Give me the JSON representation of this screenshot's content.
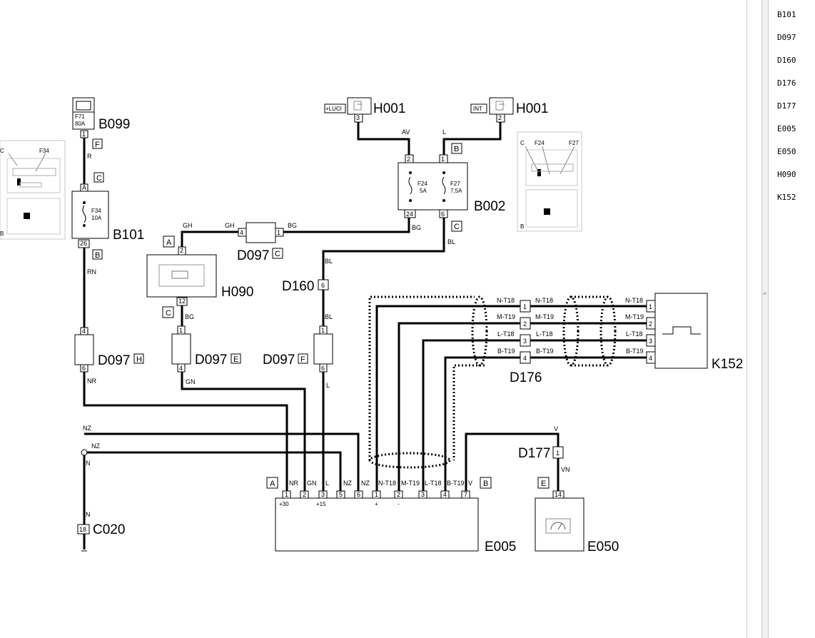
{
  "components": {
    "b099": "B099",
    "b101": "B101",
    "h090": "H090",
    "d097": "D097",
    "d160": "D160",
    "h001": "H001",
    "b002": "B002",
    "d176": "D176",
    "k152": "K152",
    "d177": "D177",
    "c020": "C020",
    "e005": "E005",
    "e050": "E050"
  },
  "fuses": {
    "f71": "F71",
    "f71_rating": "80A",
    "f34": "F34",
    "f34_rating": "10A",
    "f24": "F24",
    "f24_rating": "5A",
    "f27": "F27",
    "f27_rating": "7,5A"
  },
  "wires": {
    "r": "R",
    "rn": "RN",
    "nr": "NR",
    "nz": "NZ",
    "n": "N",
    "gh": "GH",
    "bg": "BG",
    "gn": "GN",
    "bl": "BL",
    "l": "L",
    "av": "AV",
    "v": "V",
    "vn": "VN",
    "nt18": "N-T18",
    "mt19": "M-T19",
    "lt18": "L-T18",
    "bt19": "B-T19"
  },
  "tags": {
    "a": "A",
    "b": "B",
    "c": "C",
    "e": "E",
    "f": "F",
    "h": "H"
  },
  "pins": {
    "p1": "1",
    "p2": "2",
    "p3": "3",
    "p4": "4",
    "p5": "5",
    "p6": "6",
    "p7": "7",
    "p12": "12",
    "p14": "14",
    "p18": "18",
    "p24": "24",
    "p26": "26"
  },
  "labels": {
    "luci": "+LUCI",
    "int": "INT",
    "plus30": "+30",
    "plus15": "+15",
    "plus": "+",
    "minus": "-"
  },
  "sidebar": {
    "items": [
      "B101",
      "D097",
      "D160",
      "D176",
      "D177",
      "E005",
      "E050",
      "H090",
      "K152"
    ]
  }
}
